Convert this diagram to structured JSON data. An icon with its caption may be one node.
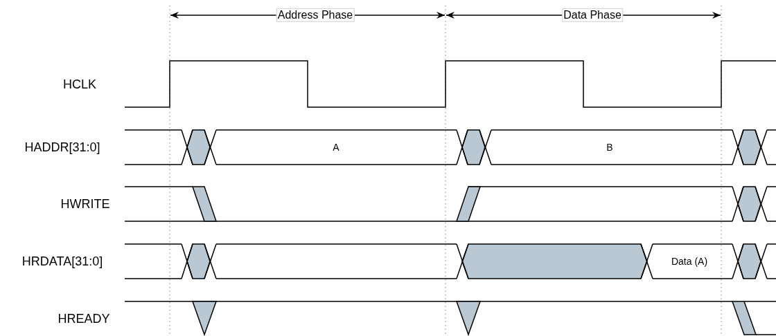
{
  "diagram": {
    "labels": [
      "Address Phase",
      "Data Phase",
      "HCLK",
      "HADDR[31:0]",
      "A",
      "B",
      "HWRITE",
      "HRDATA[31:0]",
      "Data (A)",
      "HREADY"
    ]
  }
}
